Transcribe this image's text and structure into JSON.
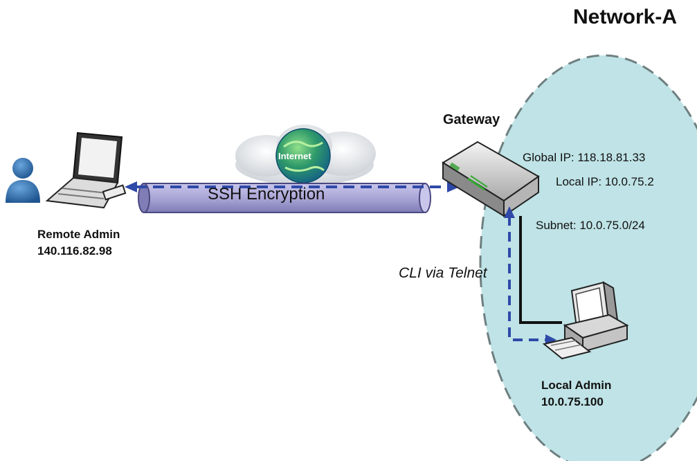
{
  "network": {
    "title": "Network-A"
  },
  "gateway": {
    "title": "Gateway",
    "global_ip": "Global IP: 118.18.81.33",
    "local_ip": "Local IP: 10.0.75.2",
    "subnet": "Subnet: 10.0.75.0/24"
  },
  "internet": {
    "label": "Internet"
  },
  "tunnel": {
    "label": "SSH Encryption"
  },
  "remote_admin": {
    "name": "Remote Admin",
    "ip": "140.116.82.98"
  },
  "local_admin": {
    "name": "Local Admin",
    "ip": "10.0.75.100"
  },
  "cli": {
    "label": "CLI via Telnet"
  },
  "colors": {
    "network_fill": "#bfe3e6",
    "network_border": "#6e7f80",
    "tunnel_fill": "#a9a6d6",
    "dash_line": "#2e49a8",
    "user_icon": "#2f6fb0"
  }
}
